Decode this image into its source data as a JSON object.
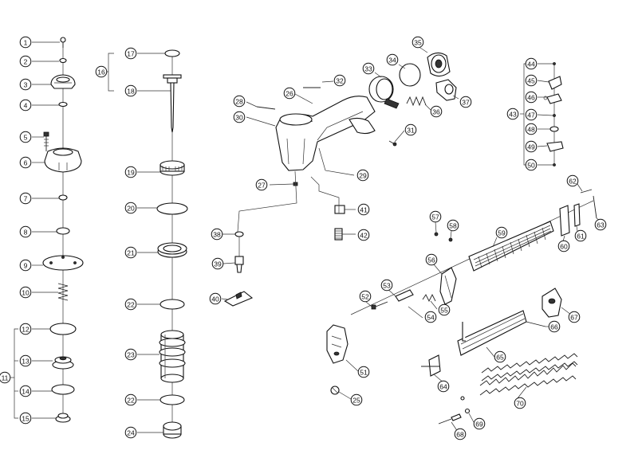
{
  "callouts": [
    {
      "id": "c1",
      "label": "1"
    },
    {
      "id": "c2",
      "label": "2"
    },
    {
      "id": "c3",
      "label": "3"
    },
    {
      "id": "c4",
      "label": "4"
    },
    {
      "id": "c5",
      "label": "5"
    },
    {
      "id": "c6",
      "label": "6"
    },
    {
      "id": "c7",
      "label": "7"
    },
    {
      "id": "c8",
      "label": "8"
    },
    {
      "id": "c9",
      "label": "9"
    },
    {
      "id": "c10",
      "label": "10"
    },
    {
      "id": "c11",
      "label": "11"
    },
    {
      "id": "c12",
      "label": "12"
    },
    {
      "id": "c13",
      "label": "13"
    },
    {
      "id": "c14",
      "label": "14"
    },
    {
      "id": "c15",
      "label": "15"
    },
    {
      "id": "c16",
      "label": "16"
    },
    {
      "id": "c17",
      "label": "17"
    },
    {
      "id": "c18",
      "label": "18"
    },
    {
      "id": "c19",
      "label": "19"
    },
    {
      "id": "c20",
      "label": "20"
    },
    {
      "id": "c21",
      "label": "21"
    },
    {
      "id": "c22a",
      "label": "22"
    },
    {
      "id": "c22b",
      "label": "22"
    },
    {
      "id": "c23",
      "label": "23"
    },
    {
      "id": "c24",
      "label": "24"
    },
    {
      "id": "c25",
      "label": "25"
    },
    {
      "id": "c26",
      "label": "26"
    },
    {
      "id": "c27",
      "label": "27"
    },
    {
      "id": "c28",
      "label": "28"
    },
    {
      "id": "c29",
      "label": "29"
    },
    {
      "id": "c30",
      "label": "30"
    },
    {
      "id": "c31",
      "label": "31"
    },
    {
      "id": "c32",
      "label": "32"
    },
    {
      "id": "c33",
      "label": "33"
    },
    {
      "id": "c34",
      "label": "34"
    },
    {
      "id": "c35",
      "label": "35"
    },
    {
      "id": "c36",
      "label": "36"
    },
    {
      "id": "c37",
      "label": "37"
    },
    {
      "id": "c38",
      "label": "38"
    },
    {
      "id": "c39",
      "label": "39"
    },
    {
      "id": "c40",
      "label": "40"
    },
    {
      "id": "c41",
      "label": "41"
    },
    {
      "id": "c42",
      "label": "42"
    },
    {
      "id": "c43",
      "label": "43"
    },
    {
      "id": "c44",
      "label": "44"
    },
    {
      "id": "c45",
      "label": "45"
    },
    {
      "id": "c46",
      "label": "46"
    },
    {
      "id": "c47",
      "label": "47"
    },
    {
      "id": "c48",
      "label": "48"
    },
    {
      "id": "c49",
      "label": "49"
    },
    {
      "id": "c50",
      "label": "50"
    },
    {
      "id": "c51",
      "label": "51"
    },
    {
      "id": "c52",
      "label": "52"
    },
    {
      "id": "c53",
      "label": "53"
    },
    {
      "id": "c54",
      "label": "54"
    },
    {
      "id": "c55",
      "label": "55"
    },
    {
      "id": "c56",
      "label": "56"
    },
    {
      "id": "c57",
      "label": "57"
    },
    {
      "id": "c58",
      "label": "58"
    },
    {
      "id": "c59",
      "label": "59"
    },
    {
      "id": "c60",
      "label": "60"
    },
    {
      "id": "c61",
      "label": "61"
    },
    {
      "id": "c62",
      "label": "62"
    },
    {
      "id": "c63",
      "label": "63"
    },
    {
      "id": "c64",
      "label": "64"
    },
    {
      "id": "c65",
      "label": "65"
    },
    {
      "id": "c66",
      "label": "66"
    },
    {
      "id": "c67",
      "label": "67"
    },
    {
      "id": "c68",
      "label": "68"
    },
    {
      "id": "c69",
      "label": "69"
    },
    {
      "id": "c70",
      "label": "70"
    }
  ]
}
